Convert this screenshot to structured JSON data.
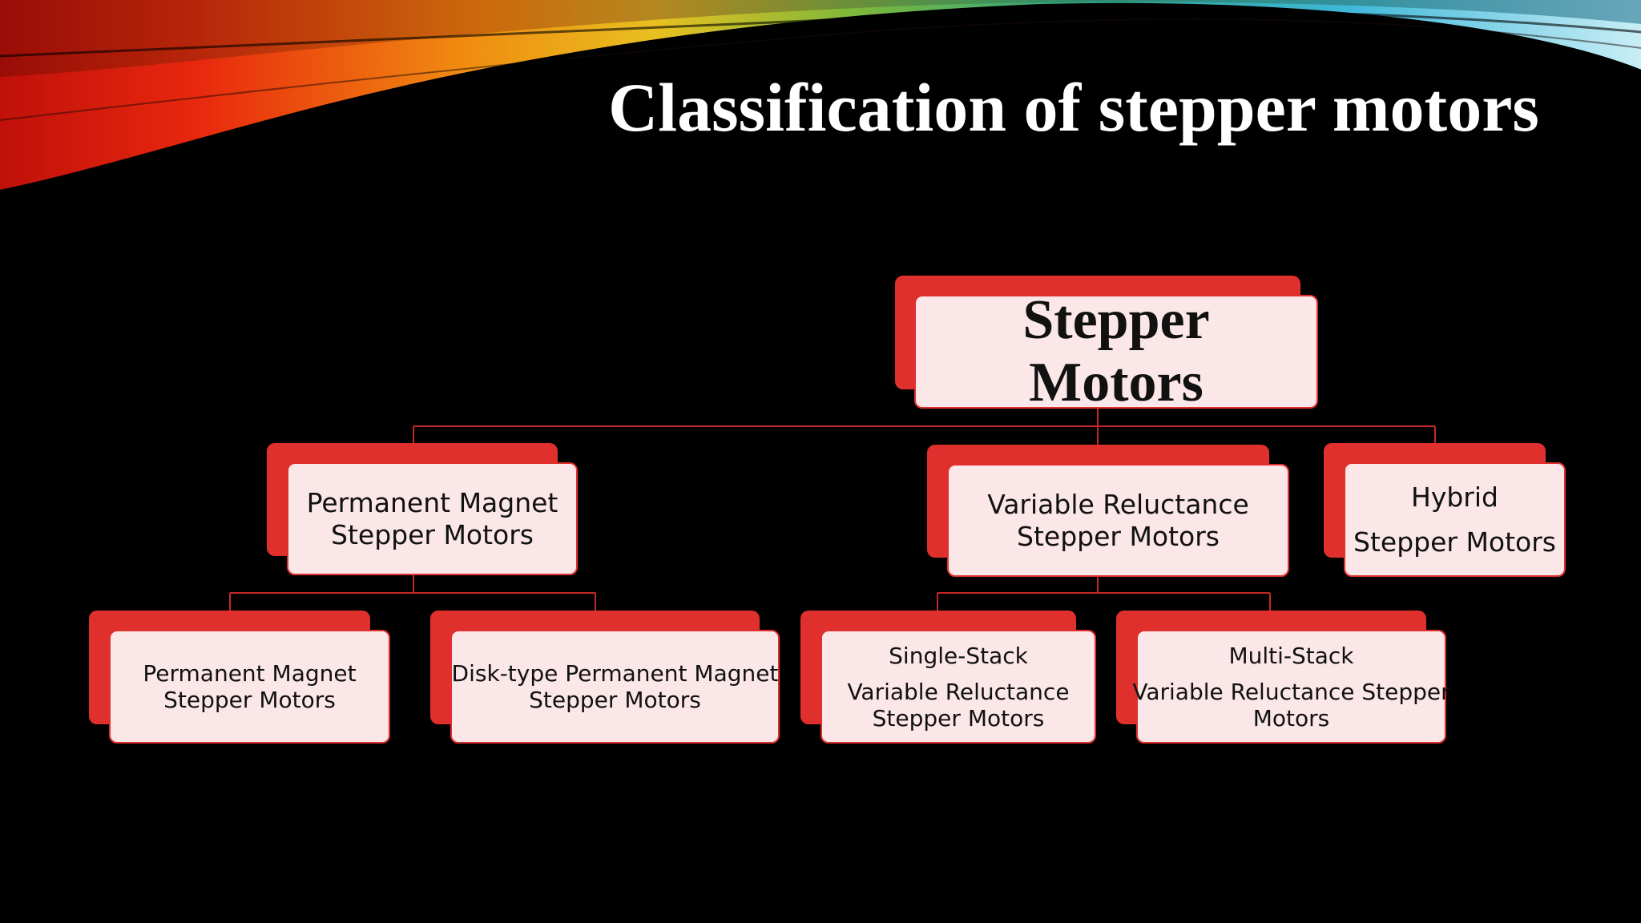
{
  "slide": {
    "title": "Classification of stepper motors"
  },
  "colors": {
    "background": "#000000",
    "box_fill": "#fbe7e8",
    "box_accent": "#e0302e",
    "connector": "#c62828",
    "title": "#ffffff"
  },
  "diagram": {
    "root": {
      "line1": "Stepper",
      "line2": "Motors"
    },
    "categories": [
      {
        "line1": "Permanent Magnet",
        "line2": "Stepper Motors"
      },
      {
        "line1": "Variable Reluctance",
        "line2": "Stepper Motors"
      },
      {
        "line1": "Hybrid",
        "line2": "Stepper Motors"
      }
    ],
    "subcategories": [
      {
        "parent": "Permanent Magnet Stepper Motors",
        "line1": "Permanent Magnet",
        "line2": "Stepper Motors"
      },
      {
        "parent": "Permanent Magnet Stepper Motors",
        "line1": "Disk-type Permanent Magnet",
        "line2": "Stepper Motors"
      },
      {
        "parent": "Variable Reluctance Stepper Motors",
        "line1": "Single-Stack",
        "line2": "Variable Reluctance",
        "line3": "Stepper Motors"
      },
      {
        "parent": "Variable Reluctance Stepper Motors",
        "line1": "Multi-Stack",
        "line2": "Variable Reluctance  Stepper",
        "line3": "Motors"
      }
    ]
  }
}
